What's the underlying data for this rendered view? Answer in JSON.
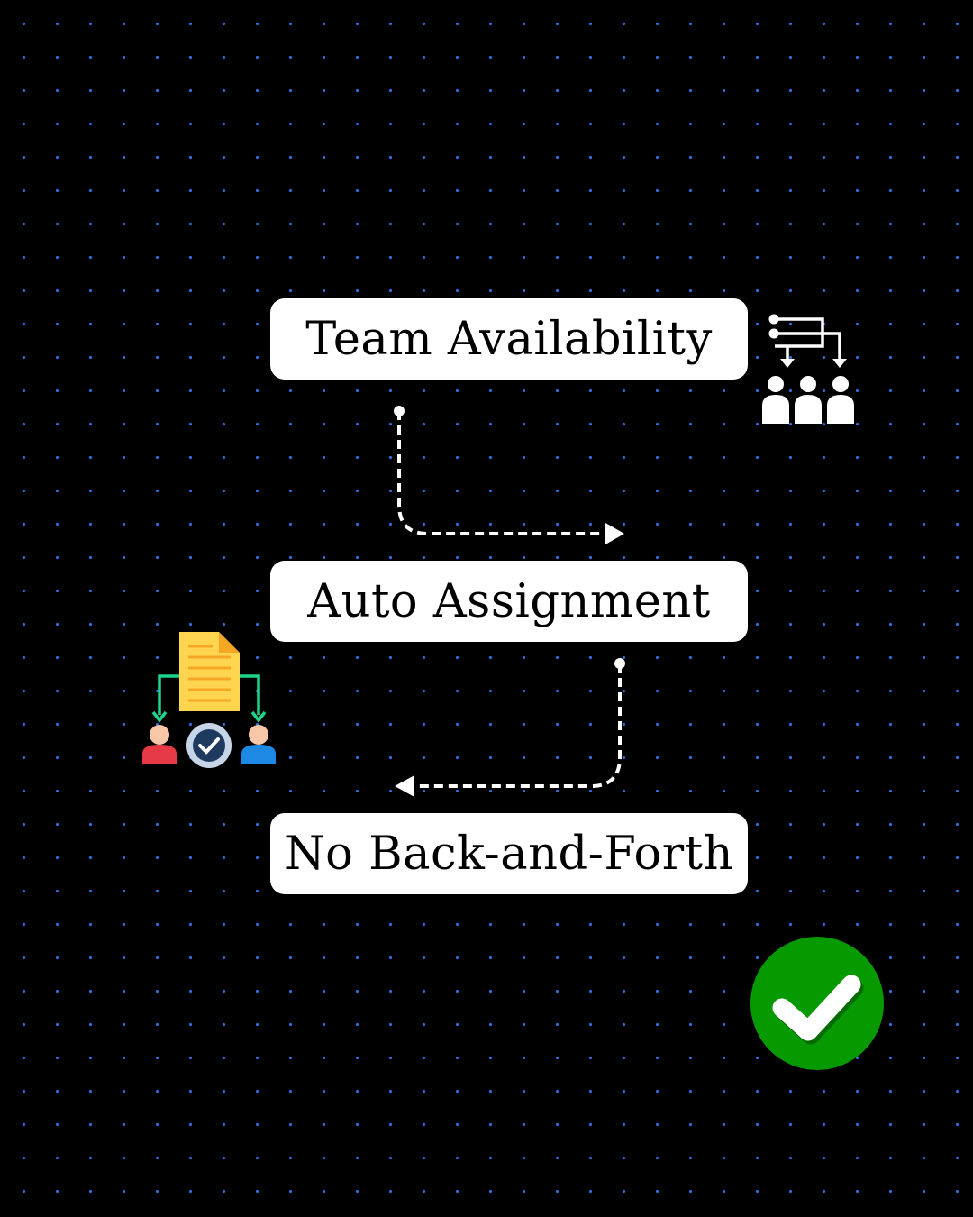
{
  "steps": [
    {
      "label": "Team Availability",
      "icon": "team-schedule-icon"
    },
    {
      "label": "Auto Assignment",
      "icon": "document-assign-icon"
    },
    {
      "label": "No Back-and-Forth",
      "icon": "check-circle-icon"
    }
  ],
  "colors": {
    "background": "#000000",
    "dots": "#2f6fe0",
    "box": "#ffffff",
    "connector": "#ffffff",
    "check_green": "#079a00",
    "doc_yellow": "#ffd54f",
    "arrow_green": "#1ed48a",
    "person_red": "#e53945",
    "person_blue": "#1e88e5"
  }
}
